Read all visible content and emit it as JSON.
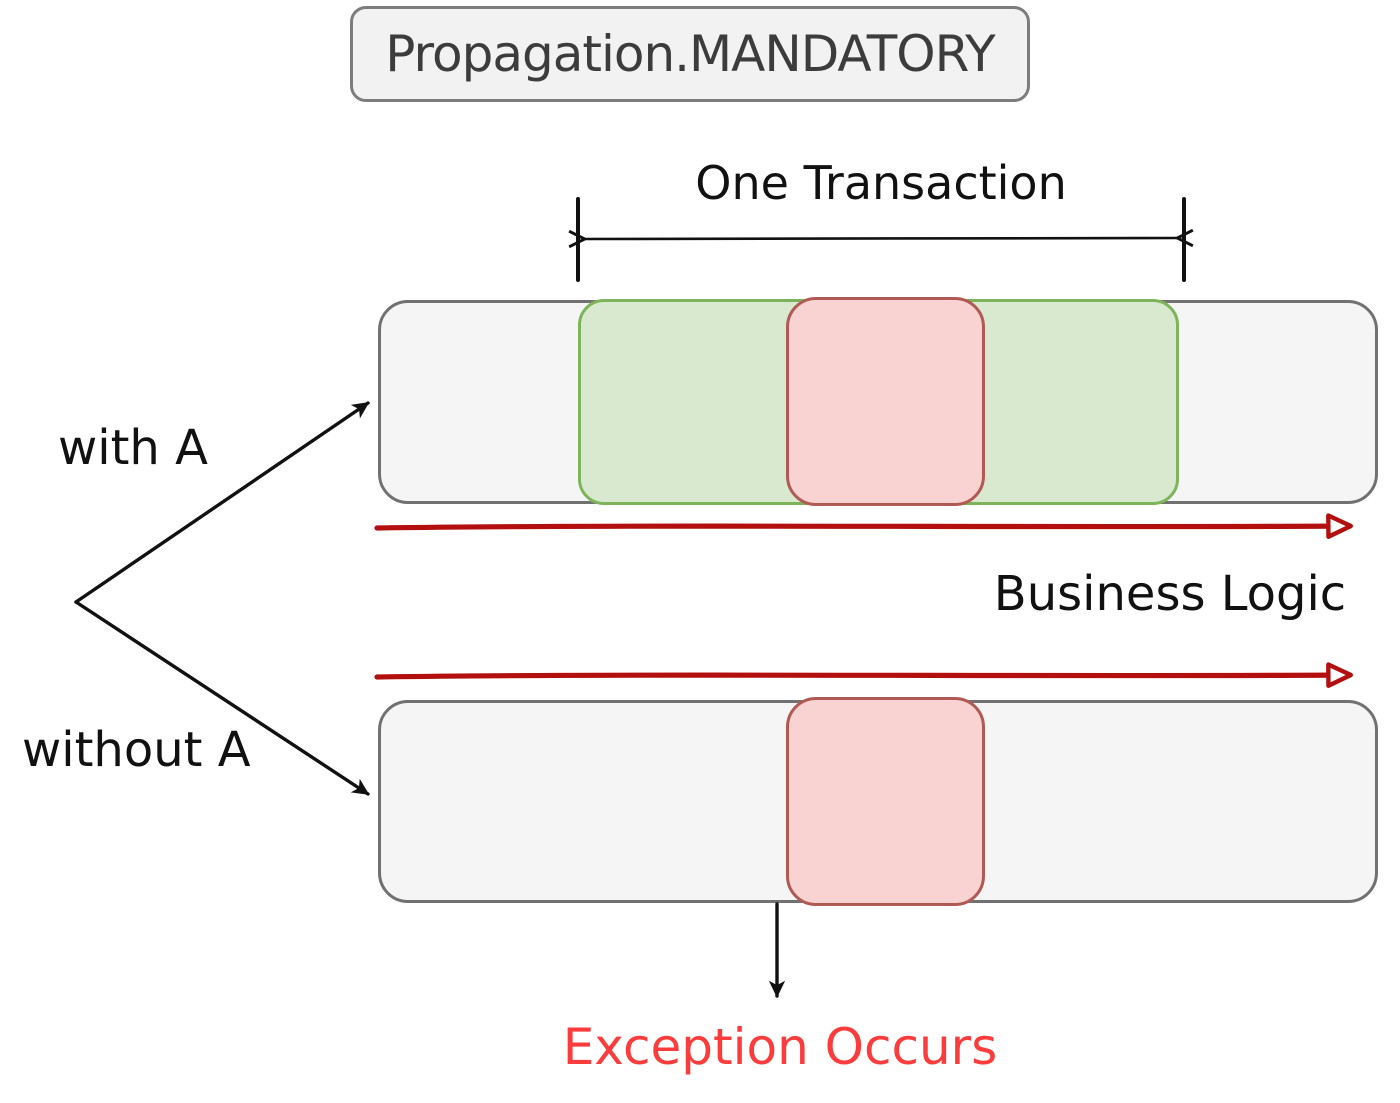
{
  "title": {
    "label": "Propagation.MANDATORY"
  },
  "annotations": {
    "one_transaction": "One Transaction",
    "with_a": "with A",
    "without_a": "without A",
    "business_logic": "Business Logic",
    "exception": "Exception Occurs"
  },
  "colors": {
    "ink": "#111111",
    "title_text": "#3c3c3c",
    "title_fill": "#f2f2f2",
    "title_border": "#7d7d7d",
    "bar_fill": "#f5f5f5",
    "bar_border": "#717171",
    "green_fill": "#d8e9d0",
    "green_border": "#7db45a",
    "red_fill": "#f8d3d1",
    "red_border": "#b15954",
    "timeline_red": "#b40f0f",
    "exception_red": "#fb3c3c",
    "canvas_bg": "#ffffff"
  }
}
